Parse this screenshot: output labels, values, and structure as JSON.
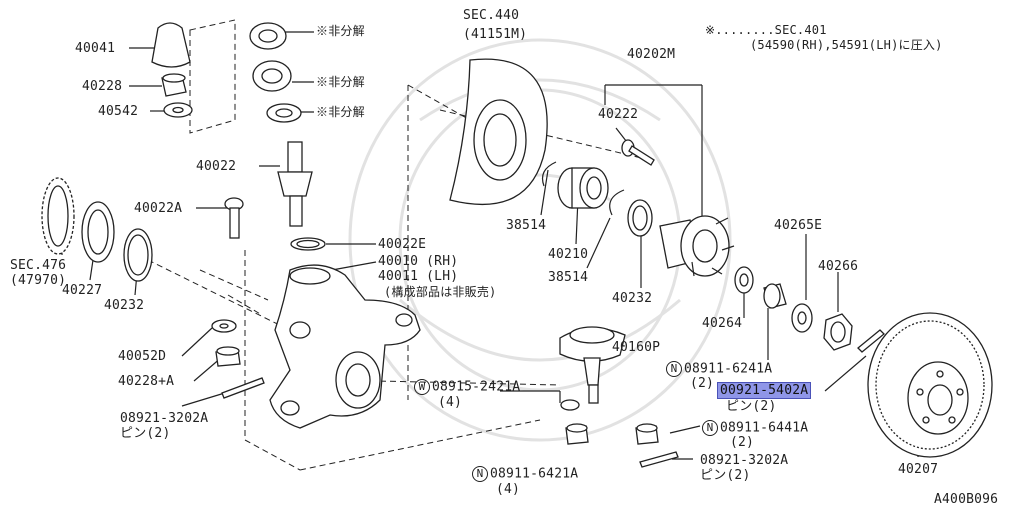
{
  "labels": {
    "p40041": "40041",
    "p40228": "40228",
    "p40542": "40542",
    "p40022": "40022",
    "p40022A": "40022A",
    "sec476": "SEC.476",
    "sec476_ref": "(47970)",
    "p40227": "40227",
    "p40232_left": "40232",
    "p40052D": "40052D",
    "p40228A": "40228+A",
    "pin_left": "08921-3202A",
    "pin_left_qty": "ピン(2)",
    "non_disassembly_1": "※非分解",
    "non_disassembly_2": "※非分解",
    "non_disassembly_3": "※非分解",
    "sec440": "SEC.440",
    "sec440_ref": "(41151M)",
    "p40022E": "40022E",
    "p40010": "40010 (RH)",
    "p40011": "40011 (LH)",
    "note_components": "(構成部品は非販売)",
    "bolt_W_num": "08915-2421A",
    "bolt_W_qty": "(4)",
    "nut_N1_num": "08911-6421A",
    "nut_N1_qty": "(4)",
    "p38514_a": "38514",
    "p40210": "40210",
    "p38514_b": "38514",
    "p40232_mid": "40232",
    "p40160P": "40160P",
    "footnote": "※........SEC.401",
    "footnote_ref": "(54590(RH),54591(LH)に圧入)",
    "p40202M": "40202M",
    "p40222": "40222",
    "p40265E": "40265E",
    "p40266": "40266",
    "p40264": "40264",
    "nut_N2_num": "08911-6241A",
    "nut_N2_qty": "(2)",
    "highlighted_part": "00921-5402A",
    "highlighted_qty": "ピン(2)",
    "nut_N3_num": "08911-6441A",
    "nut_N3_qty": "(2)",
    "pin_right": "08921-3202A",
    "pin_right_qty": "ピン(2)",
    "p40207": "40207",
    "figure_code": "A400B096"
  },
  "symbols": {
    "washer_mark": "W",
    "nut_mark": "N"
  },
  "colors": {
    "highlight": "#8f96e8",
    "line": "#222222"
  }
}
